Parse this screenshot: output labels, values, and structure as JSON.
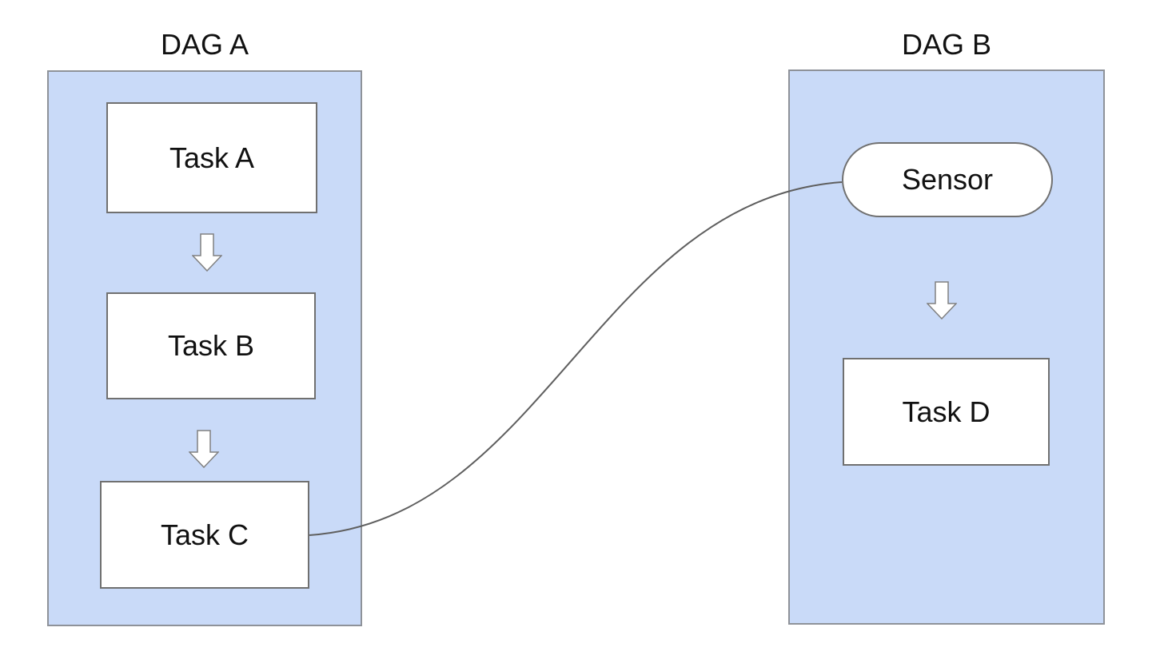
{
  "diagram": {
    "dag_a": {
      "title": "DAG A",
      "tasks": {
        "task_a": "Task A",
        "task_b": "Task B",
        "task_c": "Task C"
      }
    },
    "dag_b": {
      "title": "DAG B",
      "sensor": "Sensor",
      "task_d": "Task D"
    },
    "connector": {
      "from": "Task C",
      "to": "Sensor",
      "style": "curved-line"
    },
    "colors": {
      "background": "#ffffff",
      "container_fill": "#c9daf8",
      "container_border": "#8e9299",
      "node_fill": "#ffffff",
      "node_border": "#707070",
      "arrow_fill": "#ffffff",
      "arrow_border": "#808080",
      "connector_line": "#5f5f5f",
      "text": "#111111"
    }
  }
}
